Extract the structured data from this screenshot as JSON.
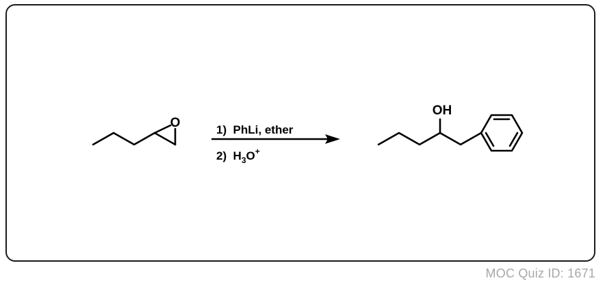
{
  "reagents": {
    "step1": "1)  PhLi, ether",
    "step2_prefix": "2)  H",
    "step2_sub": "3",
    "step2_atom": "O",
    "step2_sup": "+"
  },
  "reactant": {
    "oxygen_label": "O"
  },
  "product": {
    "hydroxyl_label": "OH"
  },
  "footer": {
    "quiz_id": "MOC Quiz ID: 1671"
  }
}
